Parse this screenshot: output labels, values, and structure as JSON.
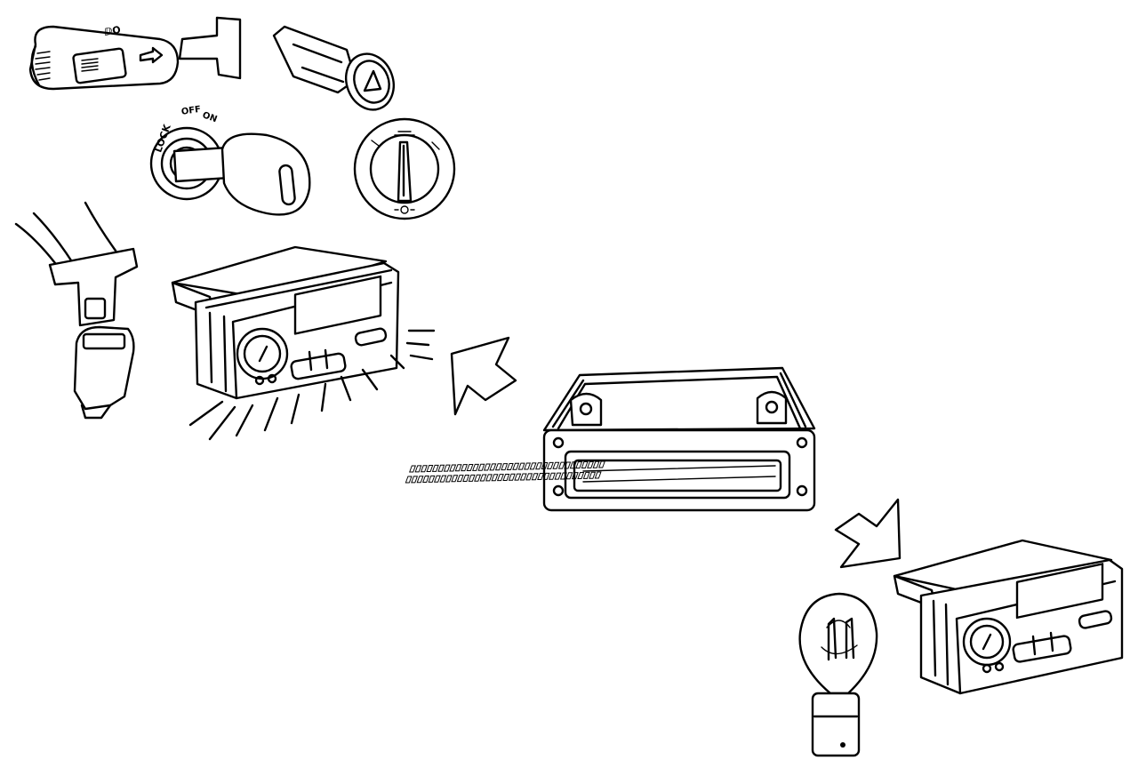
{
  "ignition_switch": {
    "positions": [
      "LOCK",
      "OFF",
      "ON"
    ]
  }
}
